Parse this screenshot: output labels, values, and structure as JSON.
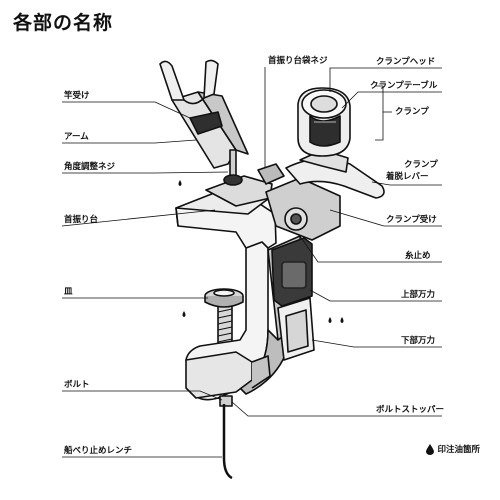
{
  "title": "各部の名称",
  "labels": {
    "sao_uke": "竿受け",
    "arm": "アーム",
    "kakudo_neji": "角度調整ネジ",
    "kubifuri_dai": "首振り台",
    "sara": "皿",
    "bolt": "ボルト",
    "funaberi_wrench": "船べり止めレンチ",
    "kubifuri_fukuro_neji": "首振り台袋ネジ",
    "clamp_head": "クランプヘッド",
    "clamp_table": "クランプテーブル",
    "clamp": "クランプ",
    "clamp_lever_1": "クランプ",
    "clamp_lever_2": "着脱レバー",
    "clamp_uke": "クランプ受け",
    "ito_dome": "糸止め",
    "jobu_manriki": "上部万力",
    "kabu_manriki": "下部万力",
    "bolt_stopper": "ボルトストッパー"
  },
  "legend": {
    "icon": "oil-drop-icon",
    "text": "印注油箇所"
  },
  "colors": {
    "line": "#111111",
    "body": "#f4f4f4",
    "shade": "#c9c9c9",
    "dark": "#3a3a3a"
  }
}
